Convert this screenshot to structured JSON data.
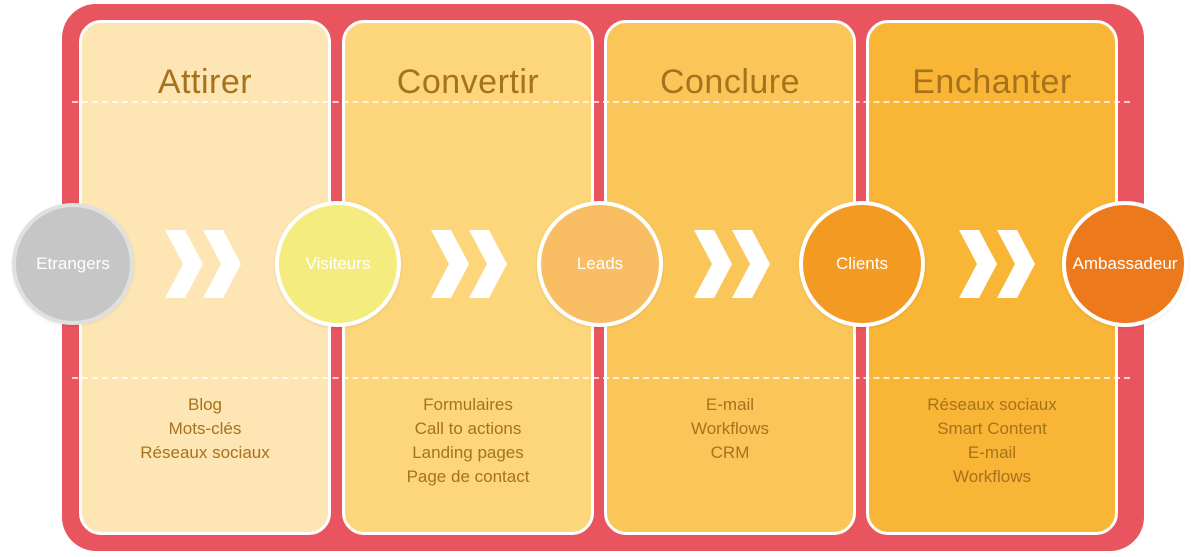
{
  "columns": [
    {
      "title": "Attirer",
      "items": [
        "Blog",
        "Mots-clés",
        "Réseaux sociaux"
      ]
    },
    {
      "title": "Convertir",
      "items": [
        "Formulaires",
        "Call to actions",
        "Landing pages",
        "Page de contact"
      ]
    },
    {
      "title": "Conclure",
      "items": [
        "E-mail",
        "Workflows",
        "CRM"
      ]
    },
    {
      "title": "Enchanter",
      "items": [
        "Réseaux sociaux",
        "Smart Content",
        "E-mail",
        "Workflows"
      ]
    }
  ],
  "stages": [
    "Etrangers",
    "Visiteurs",
    "Leads",
    "Clients",
    "Ambassadeur"
  ],
  "colors": {
    "frame": "#e8555e",
    "column_1": "#fde5b4",
    "column_2": "#fdd57a",
    "column_3": "#fbc659",
    "column_4": "#f9b535",
    "text": "#a7721c",
    "stage_etrangers": "#c6c6c6",
    "stage_visiteurs": "#f4ec7e",
    "stage_leads": "#f9bd63",
    "stage_clients": "#f29a22",
    "stage_ambassadeur": "#ec7a1d"
  }
}
